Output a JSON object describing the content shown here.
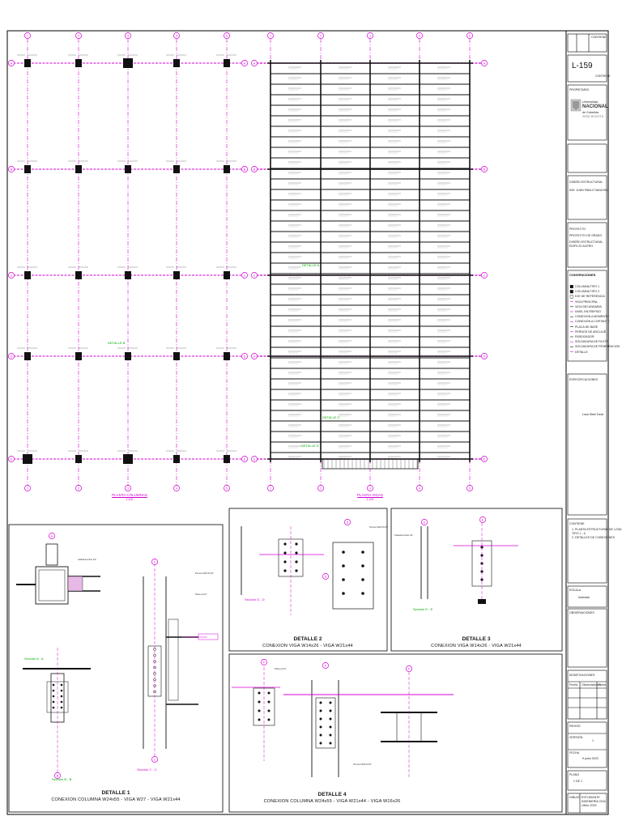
{
  "title_block": {
    "sheet_code": "L-159",
    "sheet_sub": "CONTIENE",
    "university_line1": "Universidad",
    "university_line2": "NACIONAL",
    "university_line3": "de Colombia",
    "university_line4": "SEDE BOGOTÁ",
    "owner_label": "PROPIETARIO",
    "designer_label": "DISEÑO ESTRUCTURAL",
    "designer_name": "ING. JUAN PABLO SANCHEZ",
    "project_label": "PROYECTO",
    "project_line1": "PROYECTO DE GRADO",
    "project_line2": "DISEÑO ESTRUCTURAL",
    "project_line3": "EDIFICIO ACERO",
    "conventions_label": "CONVENCIONES",
    "conventions": [
      "COLUMNA TIPO 1",
      "COLUMNA TIPO 2",
      "EJE DE REFERENCIA",
      "VIGA PRINCIPAL",
      "VIGA SECUNDARIA",
      "NIVEL ENTREPISO",
      "CONEXION A MOMENTO",
      "CONEXION A CORTANTE",
      "PLACA DE BASE",
      "PERNOS DE ANCLAJE",
      "RIGIDIZADOR",
      "SOLDADURA DE FILETE",
      "SOLDADURA DE PENETRACION",
      "DETALLE"
    ],
    "specs_label": "ESPECIFICACIONES",
    "specs_text": "Losa Steel Deck",
    "contents_label": "CONTIENE",
    "contents": [
      "1. PLANTA ESTRUCTURAL DE LOSA",
      "   TIPO 1 - 6",
      "2. DETALLES DE CONEXIONES"
    ],
    "scale_label": "ESCALA",
    "scale_value": "Indicada",
    "observations_label": "OBSERVACIONES",
    "modifications_label": "MODIFICACIONES",
    "mod_columns": [
      "Fecha",
      "Observaciones",
      "Firma"
    ],
    "reviewed_label": "REVISÓ",
    "version_label": "VERSIÓN",
    "version_value": "1",
    "date_label": "FECHA",
    "date_value": "9 junio 2023",
    "sheet_label": "PLANO",
    "sheet_value": "1 DE 1",
    "footer_label": "DIBUJÓ",
    "footer_line1": "ESTUDIANTE",
    "footer_line2": "INGENIERÍA CIVIL",
    "footer_line3": "UNAL 2023"
  },
  "plan_left": {
    "grid_columns": [
      "1",
      "2",
      "3",
      "4",
      "5"
    ],
    "grid_rows": [
      "A",
      "B",
      "C",
      "D",
      "E"
    ],
    "title": "PLANTA COLUMNAS",
    "scale": "1:100",
    "detail_tag": "DETALLE B"
  },
  "plan_right": {
    "grid_columns": [
      "1",
      "2",
      "3",
      "4",
      "5"
    ],
    "grid_rows": [
      "A",
      "B",
      "C",
      "D",
      "E"
    ],
    "title": "PLANTA VIGAS",
    "scale": "1:100",
    "detail_tags": [
      "DETALLE A",
      "DETALLE C",
      "DETALLE D"
    ]
  },
  "details": {
    "d1_title": "DETALLE 1",
    "d1_subtitle": "CONEXION COLUMNA W24x55 - VIGA W27 - VIGA W21x44",
    "d2_title": "DETALLE 2",
    "d2_subtitle": "CONEXION VIGA W14x26 - VIGA W21x44",
    "d3_title": "DETALLE 3",
    "d3_subtitle": "CONEXION VIGA W14x26 - VIGA W21x44",
    "d4_title": "DETALLE 4",
    "d4_subtitle": "CONEXION COLUMNA W24x55 - VIGA W21x44 - VIGA W16x26",
    "section_labels": [
      "Sección A - A",
      "Sección B - B",
      "Sección C - C",
      "Sección D - D",
      "Sección E - E"
    ],
    "note_welds": "Soldadura filete 1/4\"",
    "note_bolts": "Pernos A325 Ø 3/4\"",
    "note_plate": "Placa e=1/2\""
  }
}
